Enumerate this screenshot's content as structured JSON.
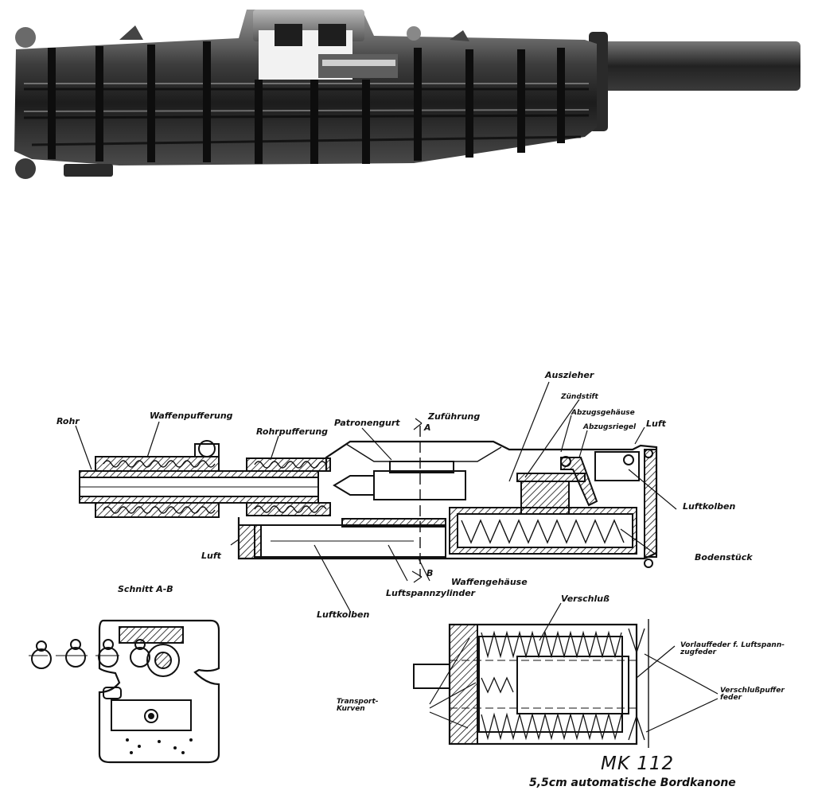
{
  "labels": {
    "rohr": "Rohr",
    "waffenpufferung": "Waffenpufferung",
    "rohrpufferung": "Rohrpufferung",
    "patronengurt": "Patronengurt",
    "zufuehrung": "Zuführung",
    "auszieher": "Auszieher",
    "zuendstift": "Zündstift",
    "abzugsgehaeuse": "Abzugsgehäuse",
    "abzugsriegel": "Abzugsriegel",
    "luft_top": "Luft",
    "luftkolben_right": "Luftkolben",
    "bodenstueck": "Bodenstück",
    "luft_left": "Luft",
    "section_a": "A",
    "section_b": "B",
    "waffengehaeuse": "Waffengehäuse",
    "luftspannzylinder": "Luftspannzylinder",
    "luftkolben_bottom": "Luftkolben",
    "schnitt": "Schnitt A-B",
    "verschluss": "Verschluß",
    "vorlauffeder": "Vorlauffeder f. Luftspann-\nzugfeder",
    "verschlusspuffer": "Verschlußpuffer\nfeder",
    "transportkurven": "Transport-\nKurven"
  },
  "title": {
    "main": "MK 112",
    "sub": "5,5cm automatische Bordkanone"
  }
}
